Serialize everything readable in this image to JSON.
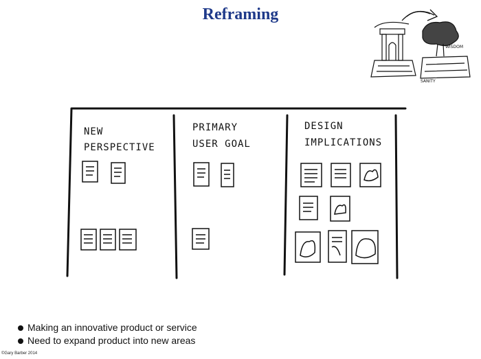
{
  "slide": {
    "title": "Reframing",
    "columns": [
      {
        "line1": "NEW",
        "line2": "PERSPECTIVE"
      },
      {
        "line1": "PRIMARY",
        "line2": "USER GOAL"
      },
      {
        "line1": "DESIGN",
        "line2": "IMPLICATIONS"
      }
    ],
    "illustration_labels": [
      "WISDOM",
      "SANITY"
    ],
    "bullets": [
      "Making an innovative product or service",
      "Need to expand product into new areas"
    ],
    "footer": "©Gary Barber 2014"
  }
}
